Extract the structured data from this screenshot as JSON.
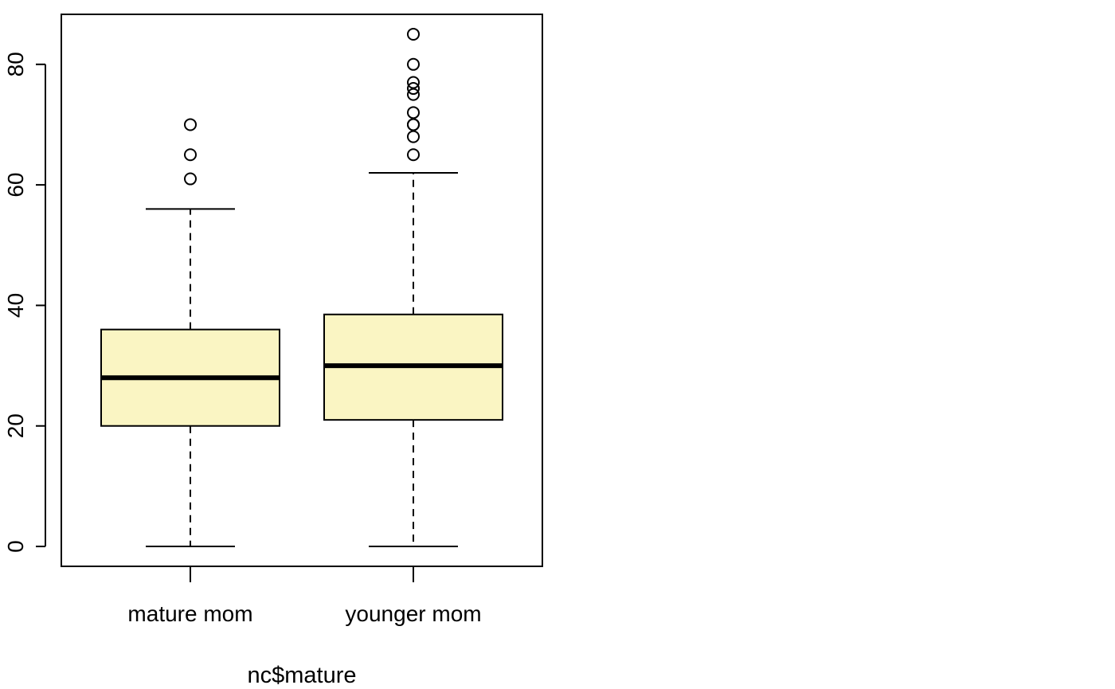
{
  "chart_data": {
    "type": "boxplot",
    "title": "",
    "xlabel": "nc$mature",
    "ylabel": "",
    "ylim": [
      -3.3,
      88.3
    ],
    "yticks": [
      0,
      20,
      40,
      60,
      80
    ],
    "grid": false,
    "box_fill": "#faf5c3",
    "categories": [
      "mature mom",
      "younger mom"
    ],
    "boxes": [
      {
        "category": "mature mom",
        "whisker_low": 0,
        "q1": 20,
        "median": 28,
        "q3": 36,
        "whisker_high": 56,
        "outliers": [
          61,
          65,
          70
        ]
      },
      {
        "category": "younger mom",
        "whisker_low": 0,
        "q1": 21,
        "median": 30,
        "q3": 38.5,
        "whisker_high": 62,
        "outliers": [
          65,
          68,
          70,
          70,
          72,
          75,
          76,
          77,
          80,
          85
        ]
      }
    ]
  }
}
